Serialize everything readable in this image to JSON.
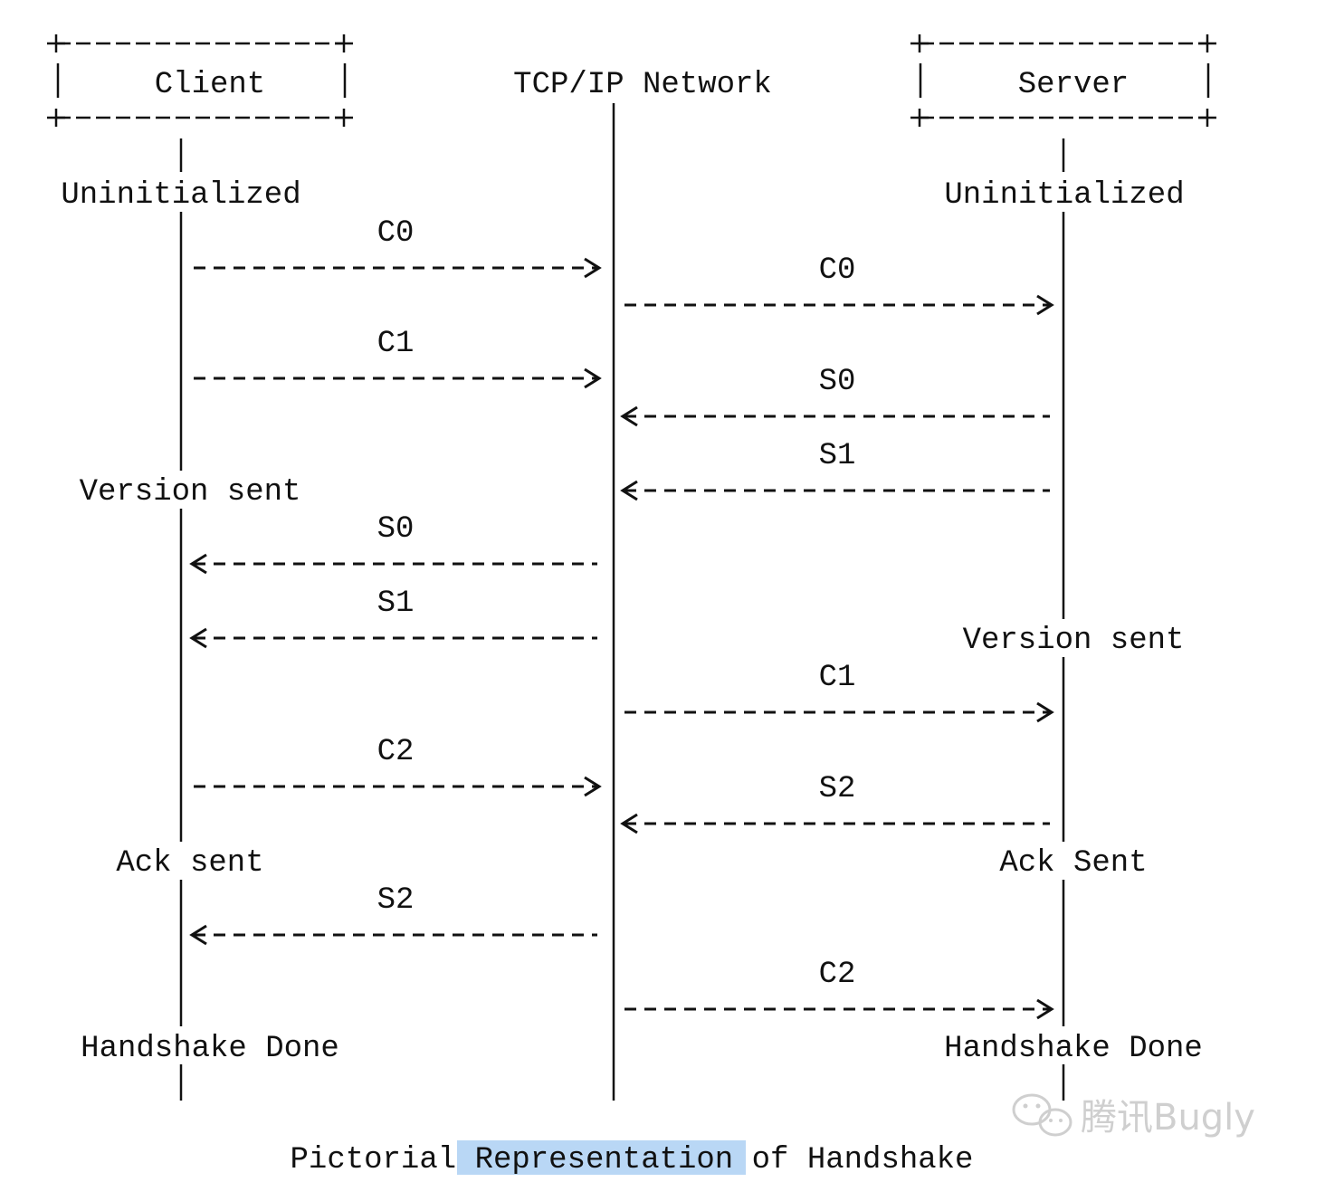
{
  "title": "Pictorial Representation of Handshake",
  "caption": {
    "before": "Pictorial ",
    "highlighted": "Representation",
    "after": " of Handshake",
    "highlight_color": "#b9d7f5"
  },
  "participants": {
    "client": "Client",
    "network": "TCP/IP Network",
    "server": "Server"
  },
  "states": {
    "client": [
      "Uninitialized",
      "Version sent",
      "Ack sent",
      "Handshake Done"
    ],
    "server": [
      "Uninitialized",
      "Version sent",
      "Ack Sent",
      "Handshake Done"
    ]
  },
  "messages": {
    "client_side": [
      {
        "label": "C0",
        "direction": "to-network"
      },
      {
        "label": "C1",
        "direction": "to-network"
      },
      {
        "label": "S0",
        "direction": "to-client"
      },
      {
        "label": "S1",
        "direction": "to-client"
      },
      {
        "label": "C2",
        "direction": "to-network"
      },
      {
        "label": "S2",
        "direction": "to-client"
      }
    ],
    "server_side": [
      {
        "label": "C0",
        "direction": "to-server"
      },
      {
        "label": "S0",
        "direction": "to-network"
      },
      {
        "label": "S1",
        "direction": "to-network"
      },
      {
        "label": "C1",
        "direction": "to-server"
      },
      {
        "label": "S2",
        "direction": "to-network"
      },
      {
        "label": "C2",
        "direction": "to-server"
      }
    ]
  },
  "watermark": {
    "text": "腾讯Bugly",
    "icon": "wechat-icon"
  }
}
